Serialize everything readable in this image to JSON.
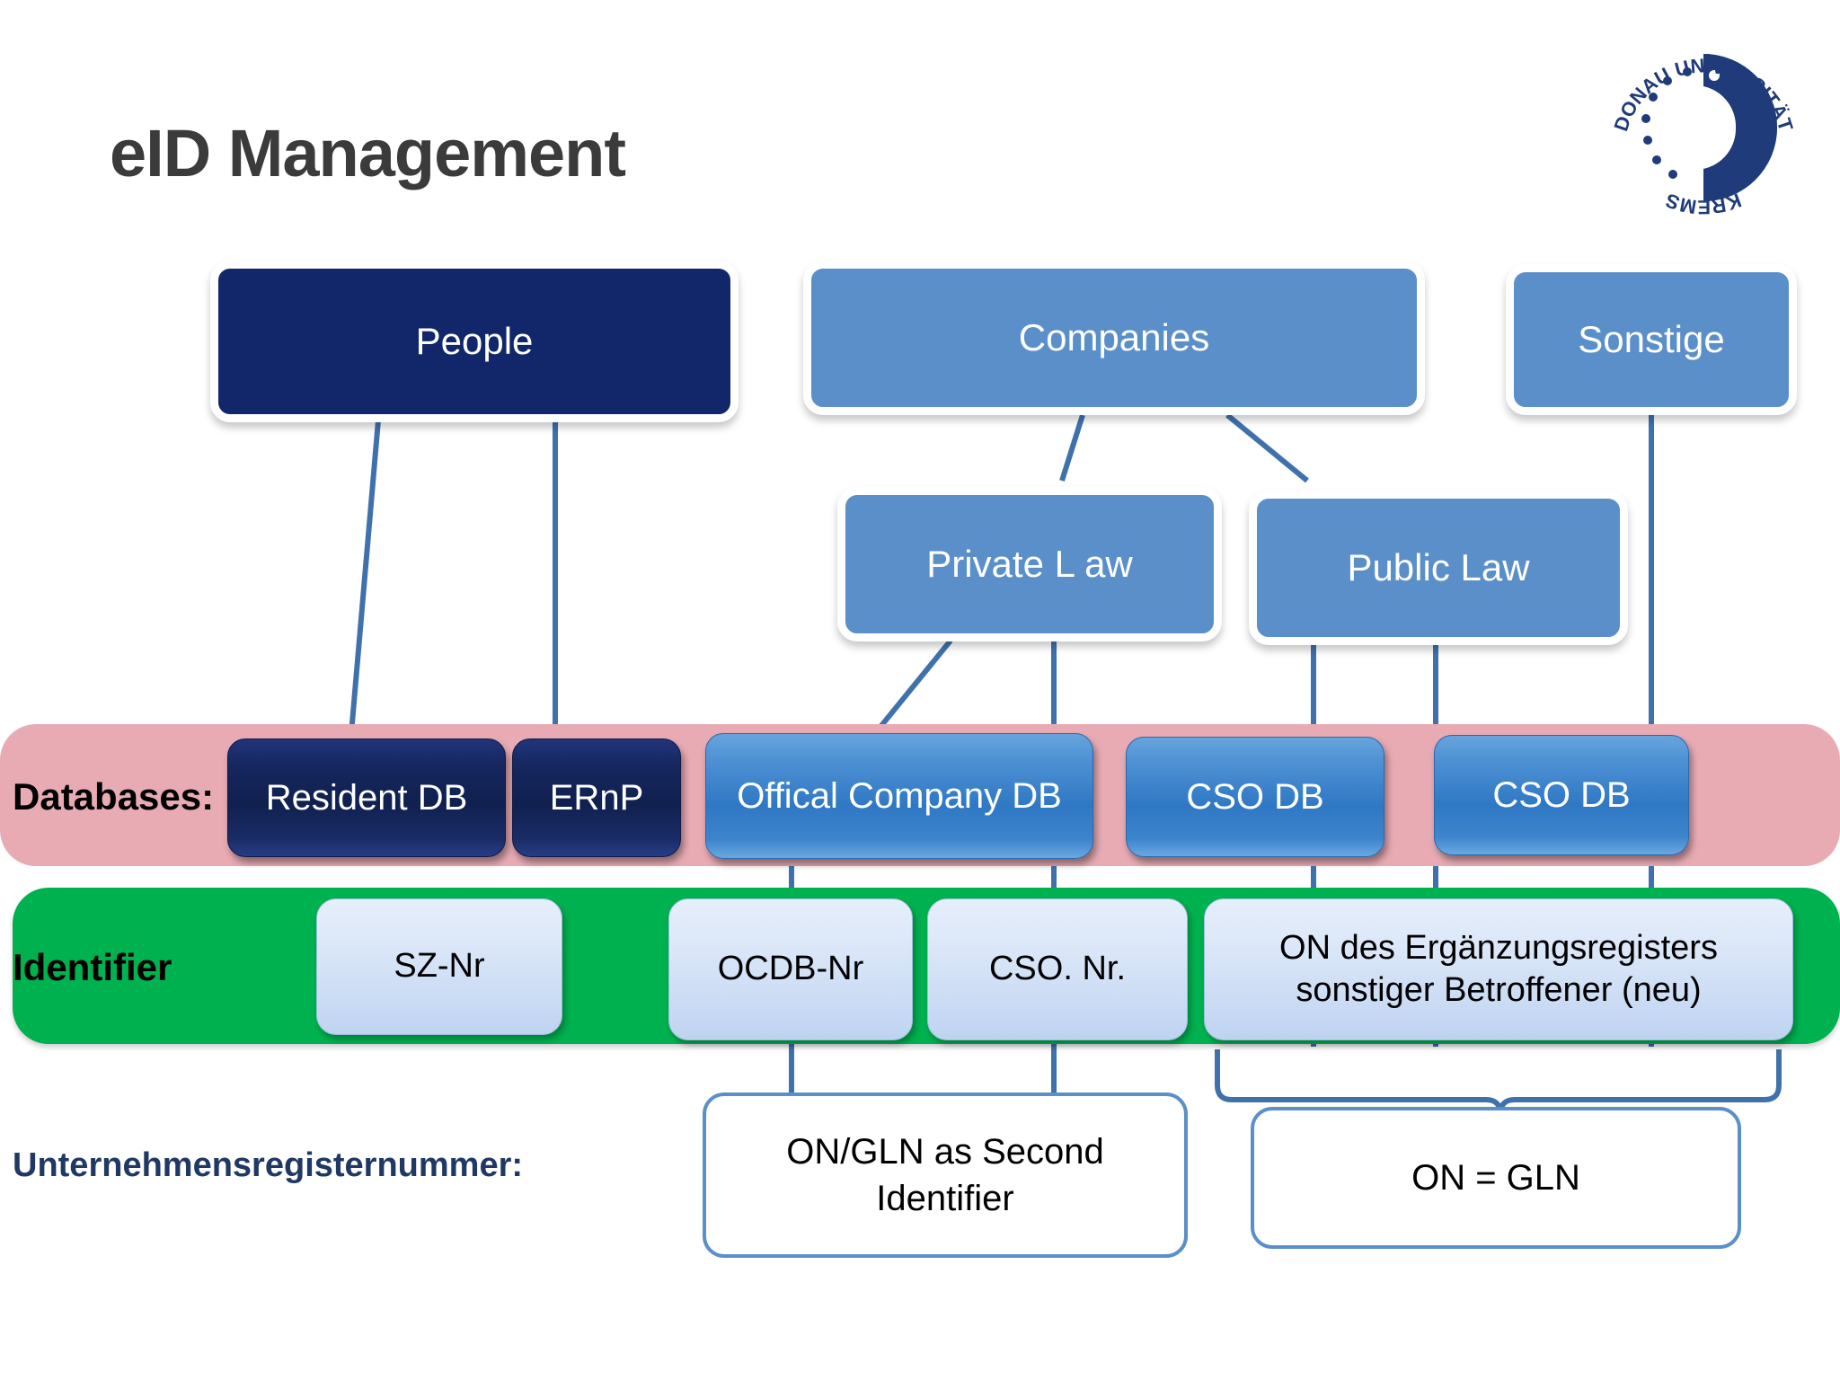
{
  "slide": {
    "title": "eID Management",
    "logo": {
      "name": "donau-universitaet-krems-logo",
      "outer_text_top": "DONAU UNIVERSITÄT",
      "outer_text_bottom": "KREMS",
      "brand_color": "#1f3b7a"
    }
  },
  "entities": [
    {
      "id": "people",
      "label": "People",
      "color": "#12276a"
    },
    {
      "id": "companies",
      "label": "Companies",
      "color": "#5b8fc9"
    },
    {
      "id": "sonstige",
      "label": "Sonstige",
      "color": "#5b8fc9"
    }
  ],
  "subtypes": [
    {
      "id": "private-law",
      "label": "Private L aw",
      "color": "#5b8fc9"
    },
    {
      "id": "public-law",
      "label": "Public Law",
      "color": "#5b8fc9"
    }
  ],
  "databases_row": {
    "label": "Databases:",
    "band_color": "#e8abb4",
    "items": [
      {
        "id": "resident-db",
        "label": "Resident DB",
        "style": "navy"
      },
      {
        "id": "ernp",
        "label": "ERnP",
        "style": "navy"
      },
      {
        "id": "offical-company-db",
        "label": "Offical Company DB",
        "style": "blue"
      },
      {
        "id": "cso-db-1",
        "label": "CSO DB",
        "style": "blue"
      },
      {
        "id": "cso-db-2",
        "label": "CSO DB",
        "style": "blue"
      }
    ]
  },
  "identifier_row": {
    "label": "Identifier",
    "band_color": "#00b14f",
    "items": [
      {
        "id": "sz-nr",
        "label": "SZ-Nr"
      },
      {
        "id": "ocdb-nr",
        "label": "OCDB-Nr"
      },
      {
        "id": "cso-nr",
        "label": "CSO. Nr."
      },
      {
        "id": "on-erg",
        "label": "ON des Ergänzungsregisters sonstiger Betroffener (neu)"
      }
    ]
  },
  "bottom": {
    "label": "Unternehmensregisternummer:",
    "label_color": "#1f3864",
    "callouts": [
      {
        "id": "on-gln-second",
        "label": "ON/GLN as Second Identifier"
      },
      {
        "id": "on-equals-gln",
        "label": "ON = GLN"
      }
    ]
  },
  "connector_color": "#3f72ad"
}
